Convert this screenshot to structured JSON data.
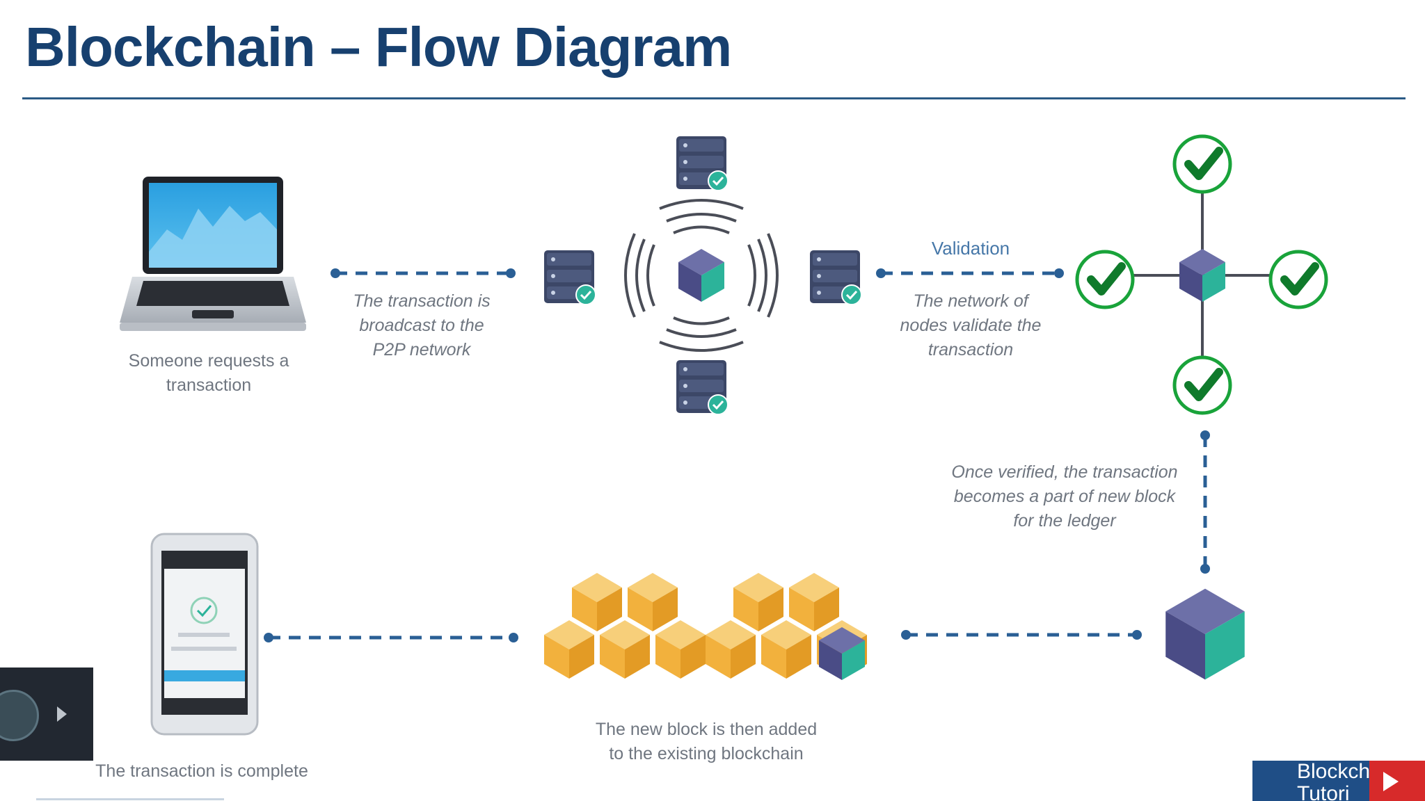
{
  "slide": {
    "title": "Blockchain – Flow Diagram"
  },
  "steps": {
    "request": "Someone requests a\ntransaction",
    "broadcast": "The transaction is\nbroadcast to the\nP2P network",
    "validation_label": "Validation",
    "validate": "The network of\nnodes validate the\ntransaction",
    "verified": "Once verified, the transaction\nbecomes a part of new block\nfor the ledger",
    "added": "The new block is then added\nto the existing blockchain",
    "complete": "The transaction is complete"
  },
  "overlay": {
    "badge_text": "Blockch\nTutori"
  },
  "colors": {
    "title": "#17406f",
    "arrow": "#2a5f95",
    "check": "#19a33a",
    "cube_teal": "#2cb39a",
    "cube_purple": "#4a4c86",
    "block_gold": "#f2b13d"
  },
  "icons": [
    "laptop-icon",
    "server-icon",
    "cube-icon",
    "checkmark-icon",
    "phone-icon",
    "blockchain-icon"
  ]
}
